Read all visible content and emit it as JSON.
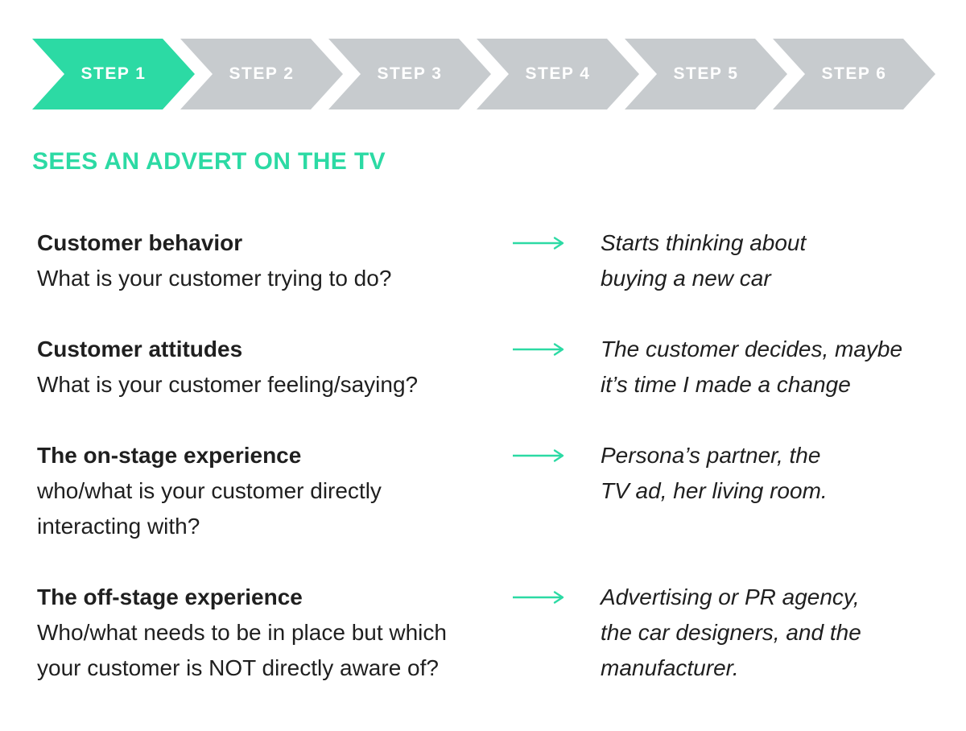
{
  "colors": {
    "accent": "#2CDAA4",
    "inactive": "#C7CBCE",
    "text": "#1F1F1F"
  },
  "stepper": {
    "steps": [
      {
        "label": "STEP 1",
        "active": true
      },
      {
        "label": "STEP 2",
        "active": false
      },
      {
        "label": "STEP 3",
        "active": false
      },
      {
        "label": "STEP 4",
        "active": false
      },
      {
        "label": "STEP 5",
        "active": false
      },
      {
        "label": "STEP 6",
        "active": false
      }
    ]
  },
  "section_title": "SEES AN ADVERT ON THE TV",
  "rows": [
    {
      "title": "Customer behavior",
      "question_lines": [
        "What is your customer trying to do?"
      ],
      "answer_lines": [
        "Starts thinking about",
        "buying a new car"
      ]
    },
    {
      "title": "Customer attitudes",
      "question_lines": [
        "What is your customer feeling/saying?"
      ],
      "answer_lines": [
        "The customer decides, maybe",
        "it’s time I made a change"
      ]
    },
    {
      "title": "The on-stage experience",
      "question_lines": [
        "who/what is your customer directly",
        "interacting with?"
      ],
      "answer_lines": [
        "Persona’s partner, the",
        "TV ad, her living room."
      ]
    },
    {
      "title": "The off-stage experience",
      "question_lines": [
        "Who/what needs to be in place but which",
        "your customer is NOT directly aware of?"
      ],
      "answer_lines": [
        "Advertising or PR agency,",
        "the car designers, and the",
        "manufacturer."
      ]
    }
  ]
}
